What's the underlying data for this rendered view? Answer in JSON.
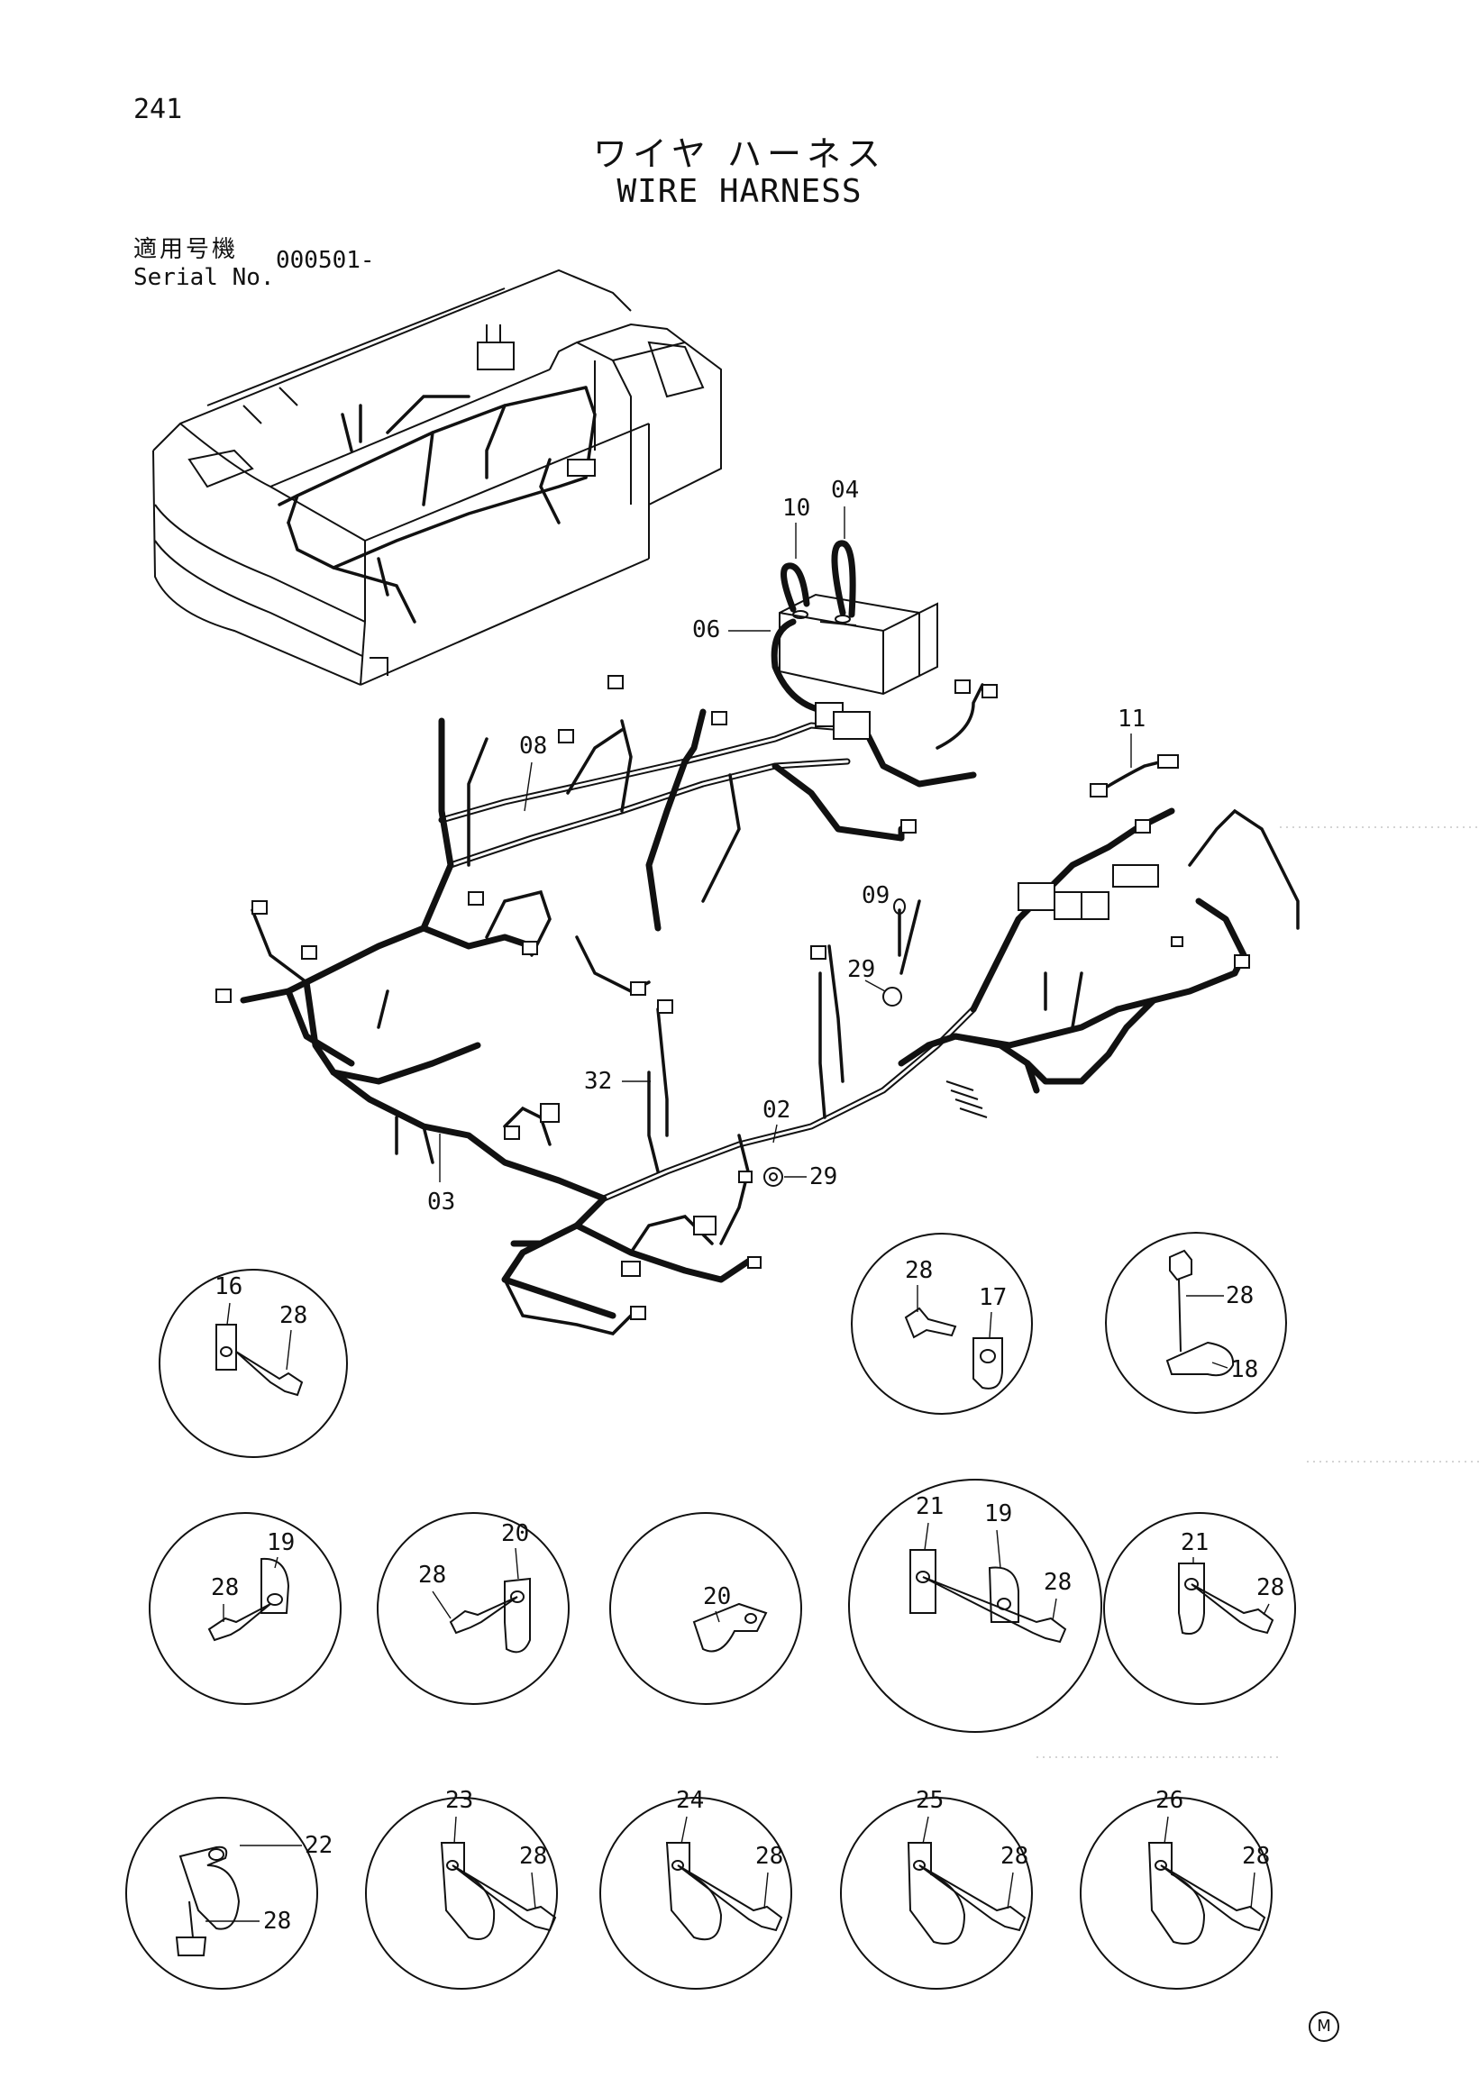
{
  "page_number": "241",
  "title_jp": "ワイヤ ハーネス",
  "title_en": "WIRE HARNESS",
  "serial_label_jp": "適用号機",
  "serial_label_en": "Serial No.",
  "serial_value": "000501-",
  "main_labels": {
    "p10": "10",
    "p04": "04",
    "p06": "06",
    "p08": "08",
    "p11": "11",
    "p09": "09",
    "p29a": "29",
    "p02": "02",
    "p32": "32",
    "p29b": "29",
    "p03": "03"
  },
  "details": {
    "d1": {
      "a": "16",
      "b": "28"
    },
    "d2": {
      "a": "28",
      "b": "17"
    },
    "d3": {
      "a": "28",
      "b": "18"
    },
    "d4": {
      "a": "19",
      "b": "28"
    },
    "d5": {
      "a": "20",
      "b": "28"
    },
    "d6": {
      "a": "20"
    },
    "d7": {
      "a": "21",
      "b": "19",
      "c": "28"
    },
    "d8": {
      "a": "21",
      "b": "28"
    },
    "d9": {
      "a": "22",
      "b": "28"
    },
    "d10": {
      "a": "23",
      "b": "28"
    },
    "d11": {
      "a": "24",
      "b": "28"
    },
    "d12": {
      "a": "25",
      "b": "28"
    },
    "d13": {
      "a": "26",
      "b": "28"
    }
  },
  "corner_mark": "M"
}
